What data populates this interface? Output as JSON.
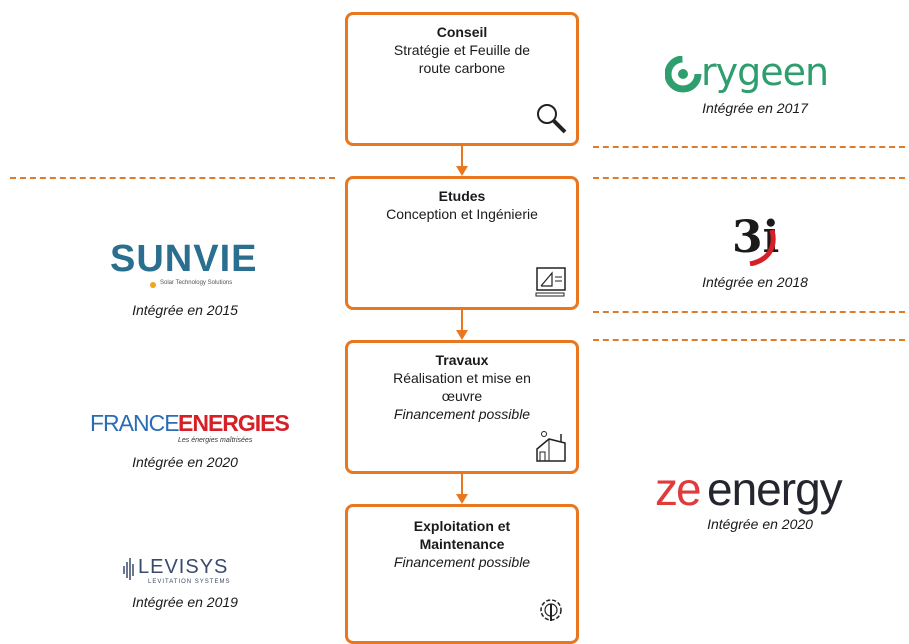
{
  "steps": [
    {
      "title": "Conseil",
      "lines": [
        "Stratégie et Feuille de",
        "route carbone"
      ],
      "financing": "",
      "icon": "magnifier-icon"
    },
    {
      "title": "Etudes",
      "lines": [
        "Conception et Ingénierie"
      ],
      "financing": "",
      "icon": "blueprint-icon"
    },
    {
      "title": "Travaux",
      "lines": [
        "Réalisation et mise en",
        "œuvre"
      ],
      "financing": "Financement possible",
      "icon": "solar-house-icon"
    },
    {
      "title": "Exploitation et",
      "lines": [
        "Maintenance"
      ],
      "financing": "Financement possible",
      "icon": "gear-wrench-icon"
    }
  ],
  "companies": {
    "orygeen": {
      "logo": "rygeen",
      "caption": "Intégrée en 2017"
    },
    "sunvie": {
      "logo": "SUNVIE",
      "tagline": "Solar Technology Solutions",
      "caption": "Intégrée en 2015"
    },
    "three_i": {
      "logo": "3i",
      "caption": "Intégrée en 2018"
    },
    "france_energies": {
      "logo_a": "FRANCE",
      "logo_b": "ENERGIES",
      "tagline": "Les énergies maîtrisées",
      "caption": "Intégrée en 2020"
    },
    "ze_energy": {
      "logo_a": "ze",
      "logo_b": "energy",
      "caption": "Intégrée en 2020"
    },
    "levisys": {
      "logo": "LEVISYS",
      "tagline": "LEVITATION SYSTEMS",
      "caption": "Intégrée en 2019"
    }
  },
  "colors": {
    "accent": "#e8771f",
    "orygeen_green": "#2f9e6e",
    "sunvie_blue": "#2a6f8f",
    "three_i_red": "#d62027",
    "france_blue": "#2a6db5",
    "ze_red": "#e03a3a",
    "ze_dark": "#23262e"
  }
}
